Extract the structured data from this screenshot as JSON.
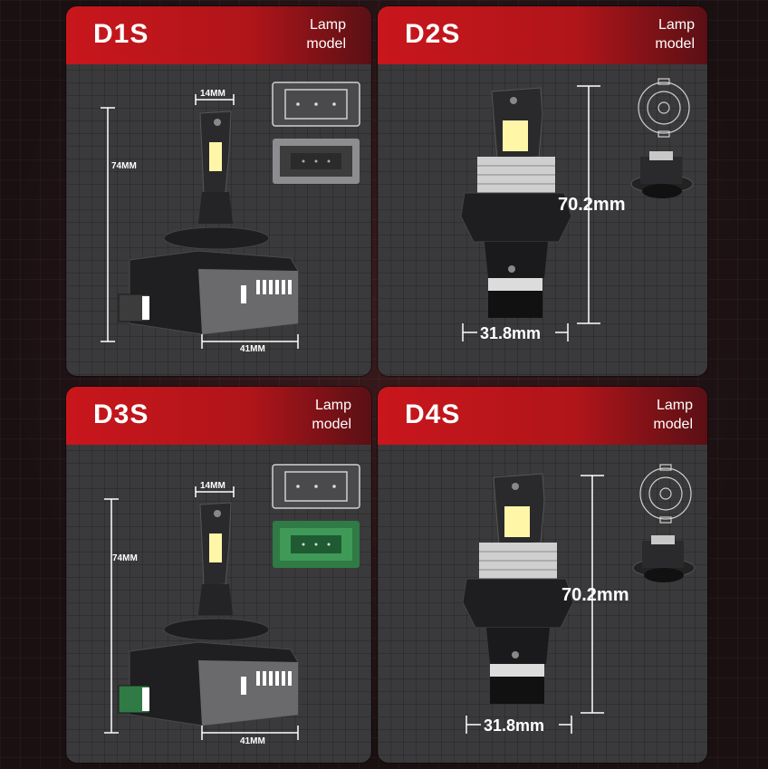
{
  "panels": [
    {
      "model": "D1S",
      "lamp_label_line1": "Lamp",
      "lamp_label_line2": "model",
      "dimensions": {
        "width_top": "14MM",
        "height": "74MM",
        "width_base": "41MM"
      },
      "connector_color": "#3c3c3c"
    },
    {
      "model": "D2S",
      "lamp_label_line1": "Lamp",
      "lamp_label_line2": "model",
      "dimensions": {
        "height": "70.2mm",
        "width": "31.8mm"
      }
    },
    {
      "model": "D3S",
      "lamp_label_line1": "Lamp",
      "lamp_label_line2": "model",
      "dimensions": {
        "width_top": "14MM",
        "height": "74MM",
        "width_base": "41MM"
      },
      "connector_color": "#2f7a45"
    },
    {
      "model": "D4S",
      "lamp_label_line1": "Lamp",
      "lamp_label_line2": "model",
      "dimensions": {
        "height": "70.2mm",
        "width": "31.8mm"
      }
    }
  ],
  "colors": {
    "header_red": "#c8161c",
    "panel_bg": "#3a3a3c",
    "led_chip": "#fff6a8"
  }
}
